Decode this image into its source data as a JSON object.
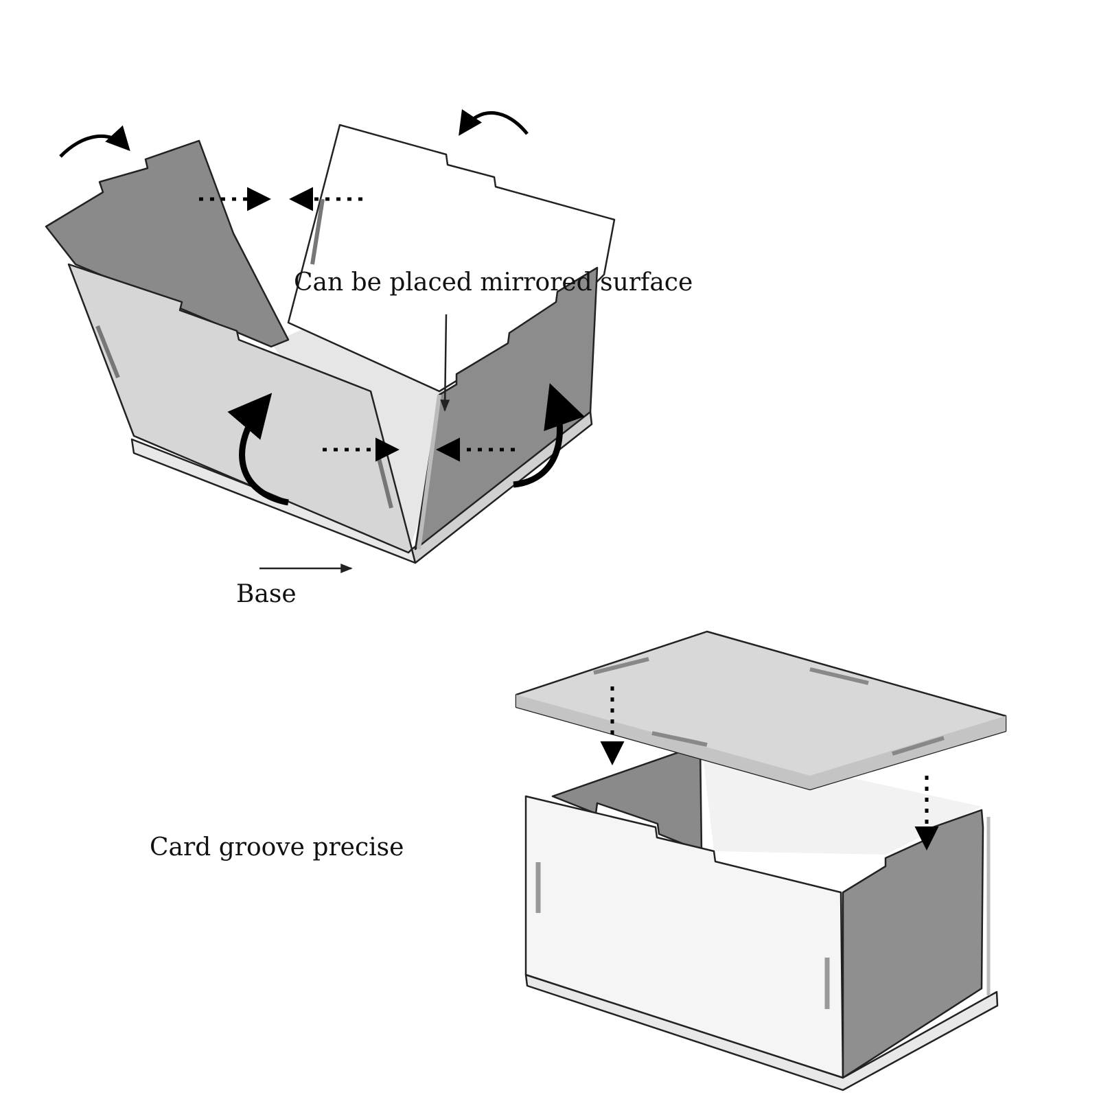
{
  "labels": {
    "mirrored_surface": "Can be placed mirrored surface",
    "base": "Base",
    "card_groove": "Card groove precise"
  },
  "colors": {
    "background": "#ffffff",
    "outline": "#222222",
    "panel_dark": "#8a8a8a",
    "panel_mid": "#d4d4d4",
    "panel_light": "#f4f4f4",
    "panel_white": "#ffffff",
    "arrow": "#000000"
  },
  "icons": {
    "curved_arrow": "curved-arrow-icon",
    "dotted_arrow": "dotted-arrow-icon",
    "pointer_arrow": "pointer-arrow-icon"
  }
}
